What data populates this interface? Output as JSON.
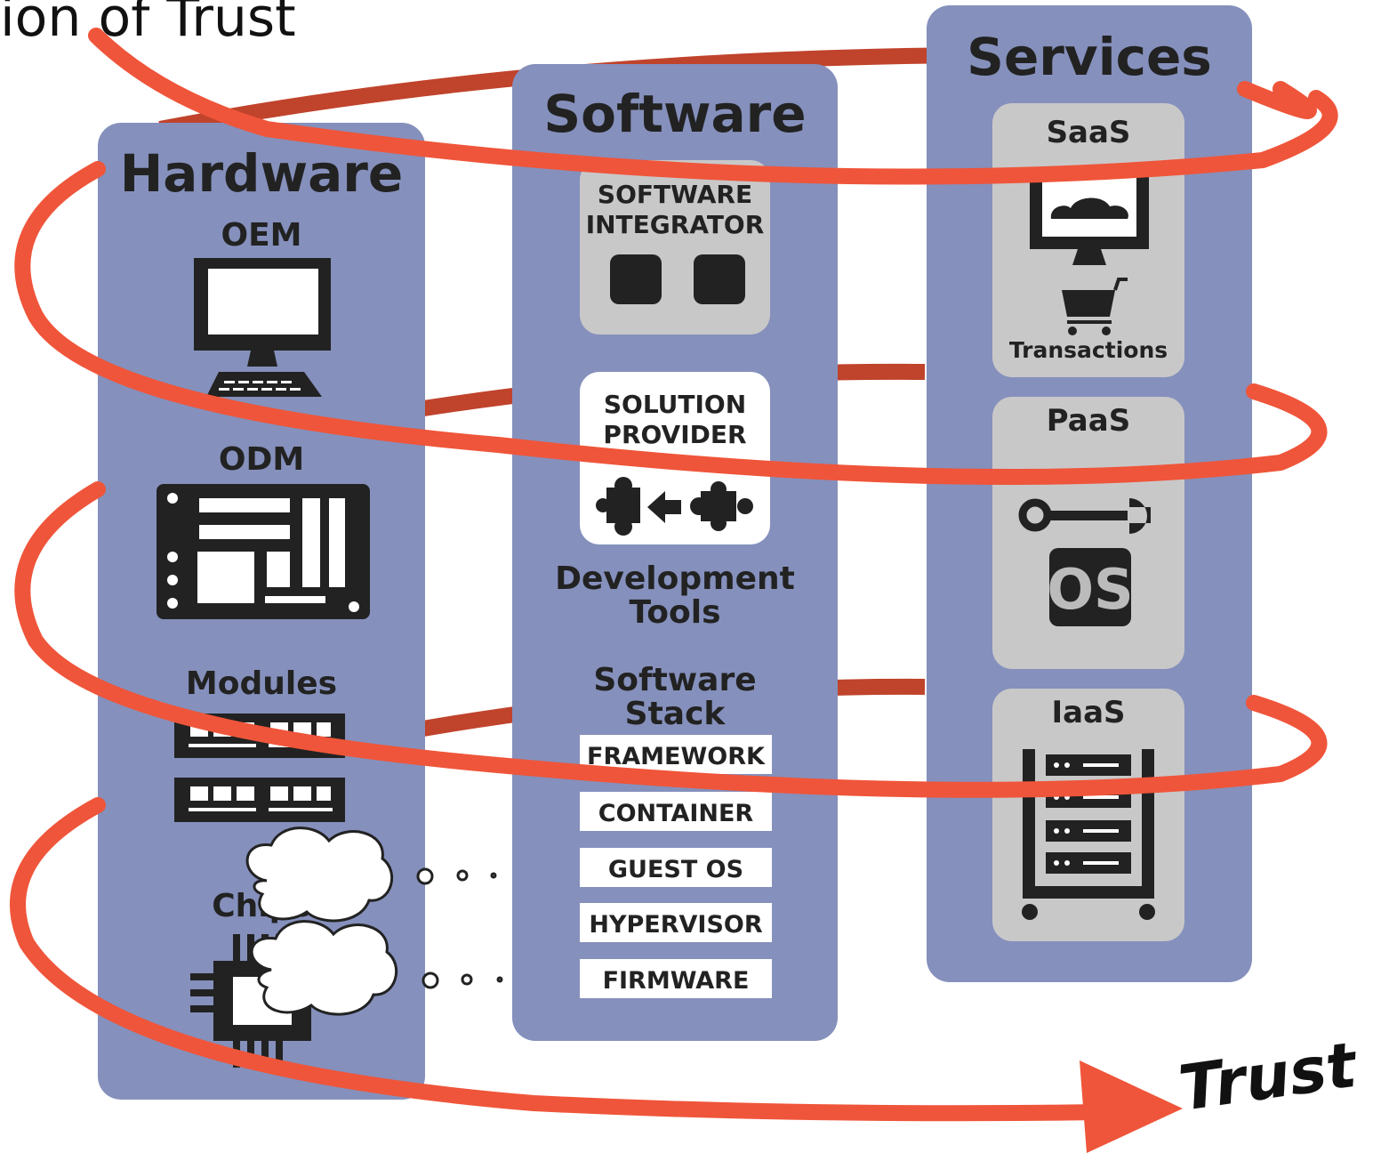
{
  "title_partial": "ion of Trust",
  "colors": {
    "column": "#8590bc",
    "box_gray": "#c9c8c9",
    "box_white": "#ffffff",
    "spiral_front": "#ef553a",
    "spiral_back": "#c0432c",
    "icon": "#222222"
  },
  "hardware": {
    "heading": "Hardware",
    "oem": "OEM",
    "odm": "ODM",
    "modules": "Modules",
    "chips": "Chips"
  },
  "software": {
    "heading": "Software",
    "integrator_line1": "SOFTWARE",
    "integrator_line2": "INTEGRATOR",
    "solution_line1": "SOLUTION",
    "solution_line2": "PROVIDER",
    "devtools_line1": "Development",
    "devtools_line2": "Tools",
    "stack_line1": "Software",
    "stack_line2": "Stack",
    "stack_layers": [
      "FRAMEWORK",
      "CONTAINER",
      "GUEST OS",
      "HYPERVISOR",
      "FIRMWARE"
    ]
  },
  "services": {
    "heading": "Services",
    "saas": "SaaS",
    "transactions": "Transactions",
    "paas": "PaaS",
    "os_badge": "OS",
    "iaas": "IaaS"
  },
  "trust_label": "Trust"
}
